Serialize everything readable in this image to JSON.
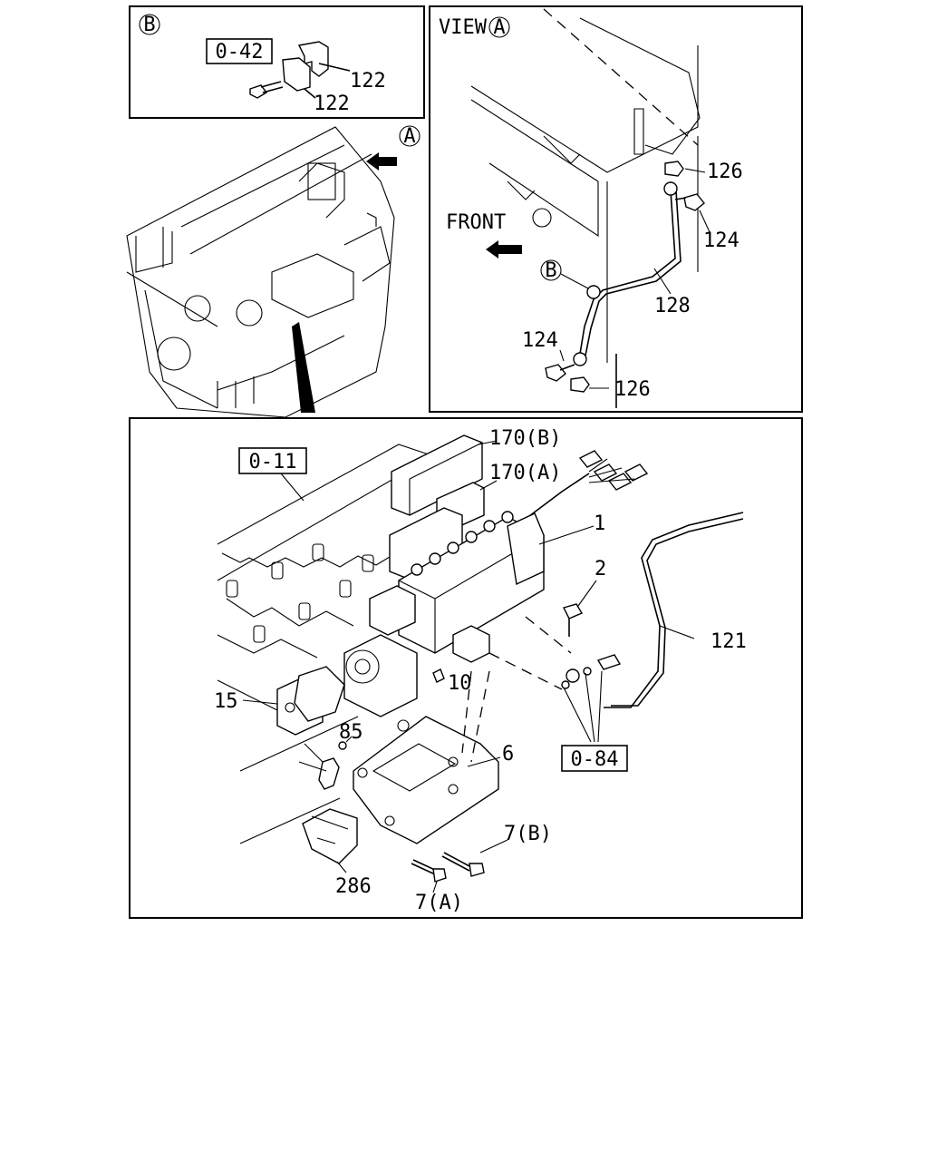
{
  "panel_b": {
    "marker": "B",
    "ref_box": "0-42",
    "labels": [
      "122",
      "122"
    ]
  },
  "panel_engine": {
    "marker": "A"
  },
  "panel_view_a": {
    "title_word": "VIEW",
    "title_marker": "A",
    "front_label": "FRONT",
    "marker_b": "B",
    "labels": [
      "126",
      "124",
      "128",
      "124",
      "126"
    ]
  },
  "panel_main": {
    "ref_box_top": "0-11",
    "ref_box_bottom": "0-84",
    "labels": [
      "170(B)",
      "170(A)",
      "1",
      "2",
      "121",
      "10",
      "15",
      "85",
      "6",
      "7(B)",
      "286",
      "7(A)"
    ]
  }
}
